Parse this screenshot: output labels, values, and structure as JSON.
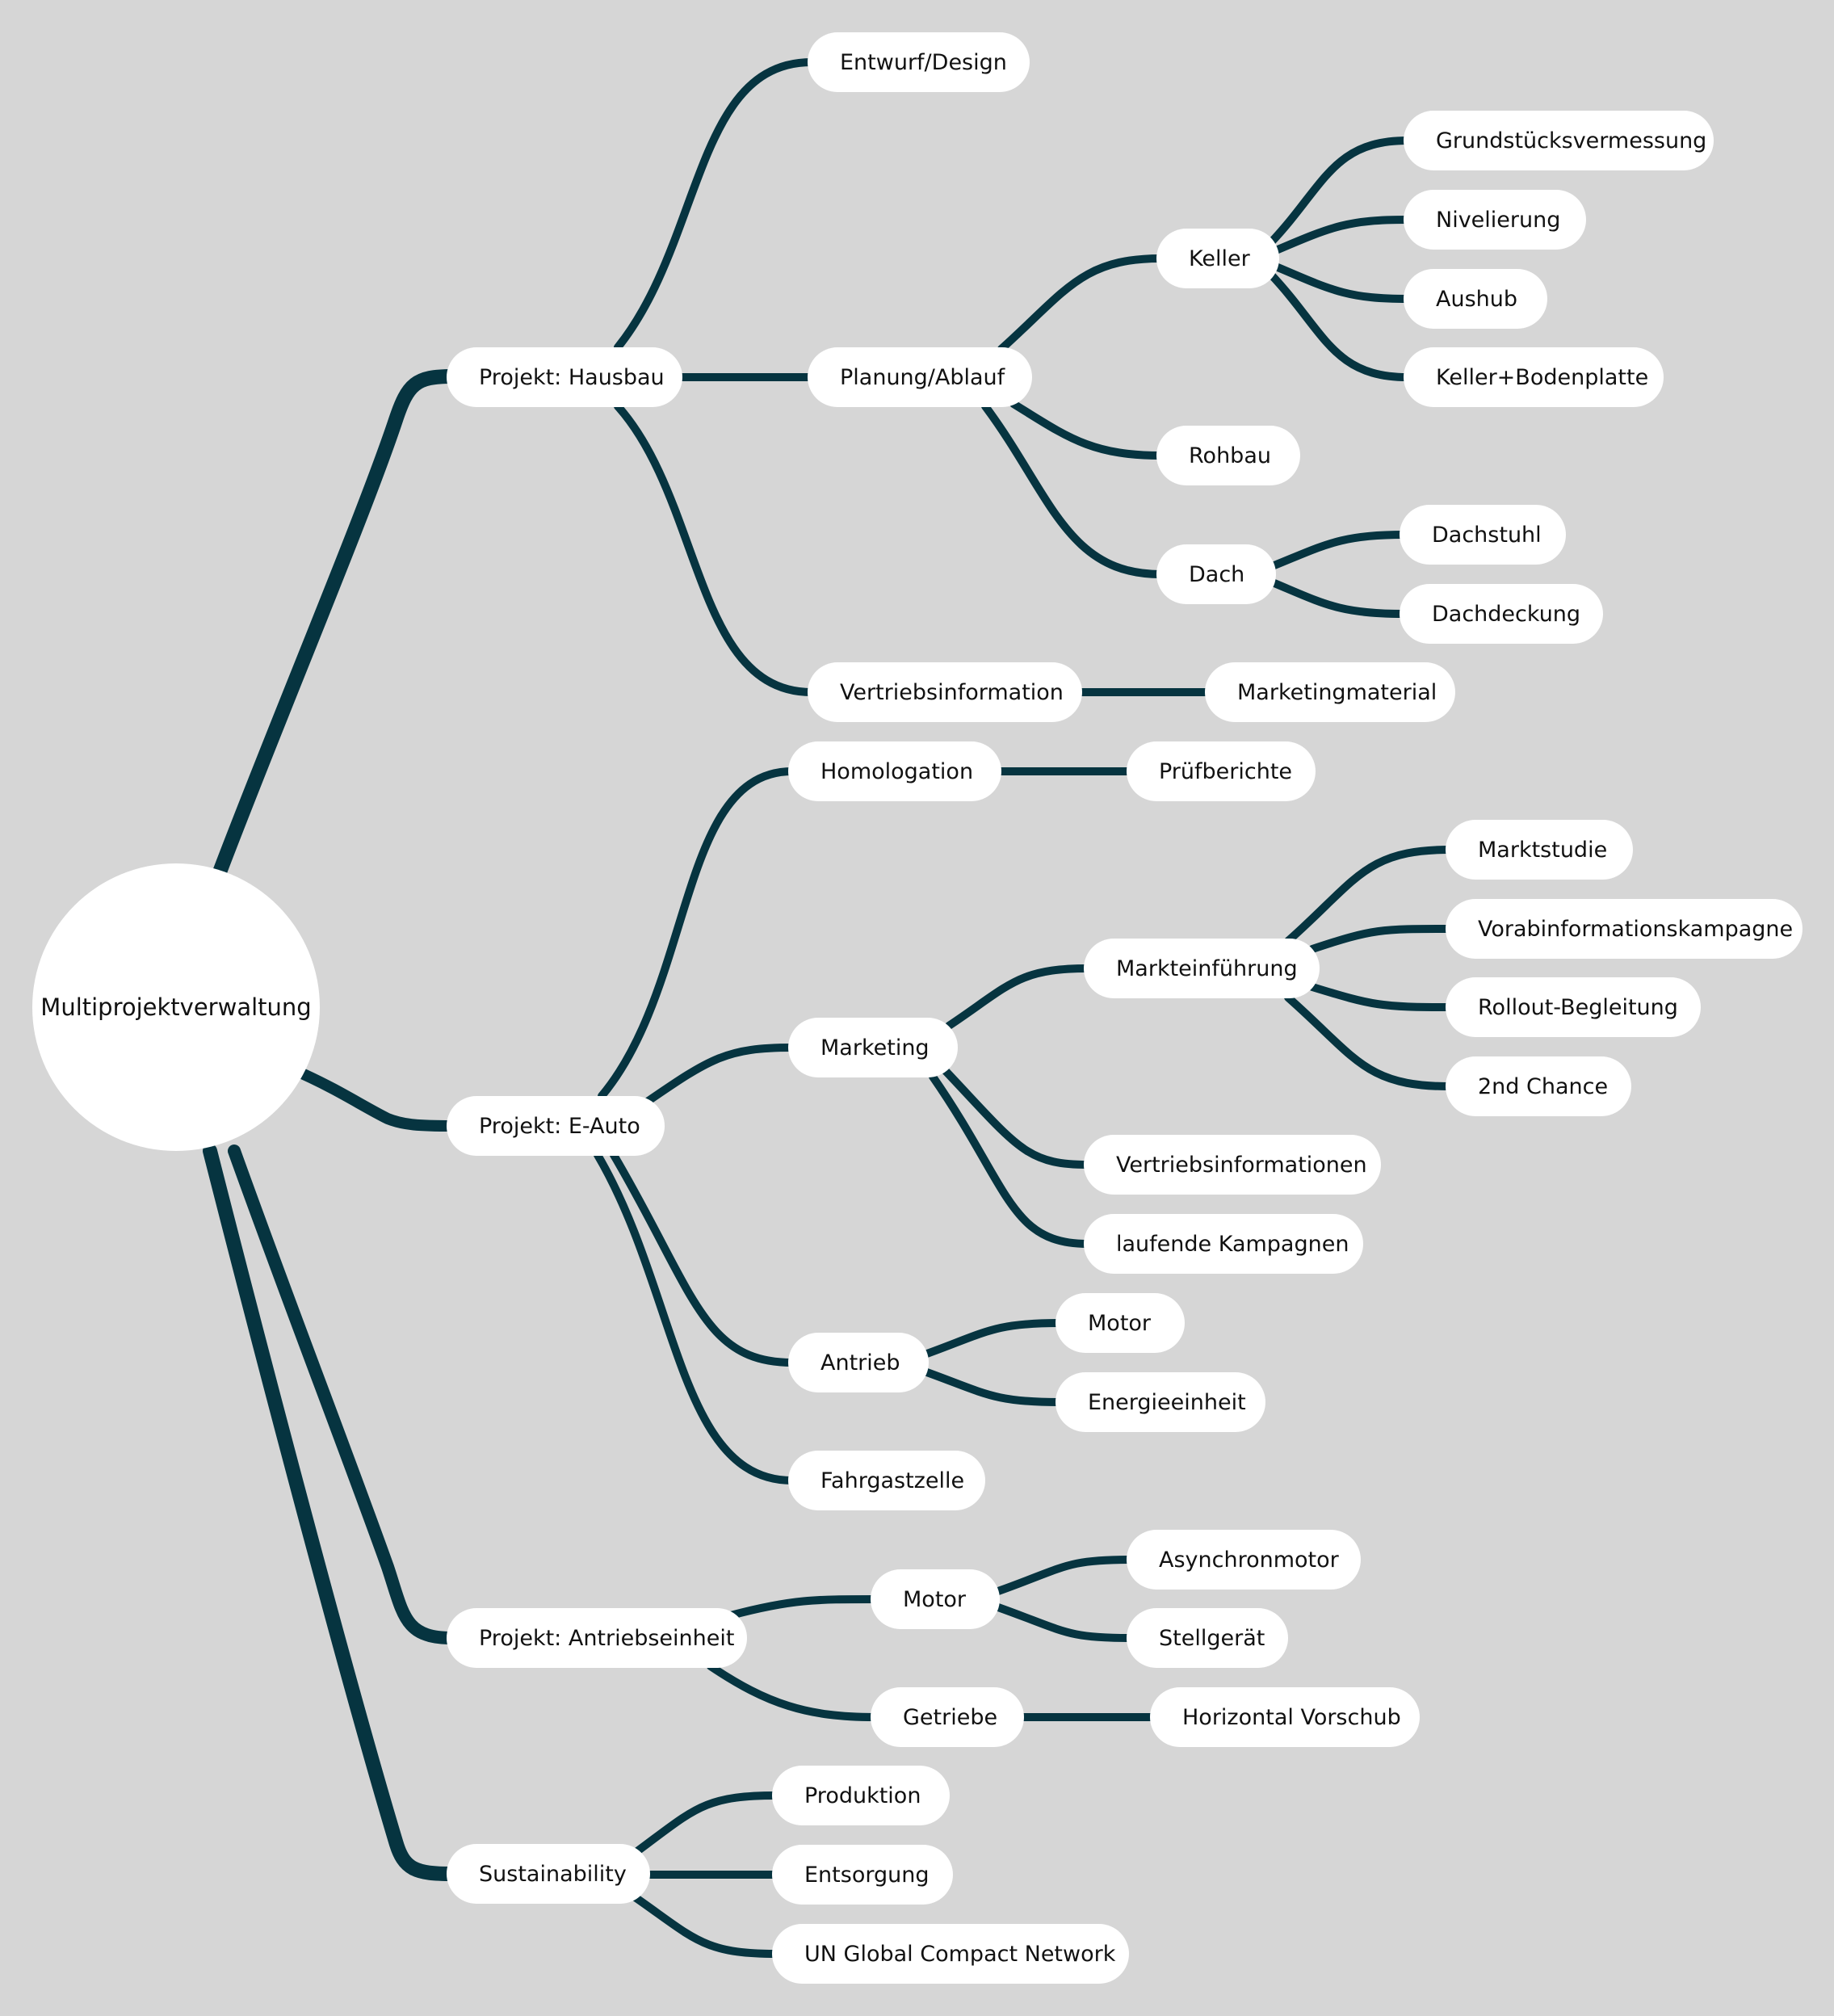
{
  "colors": {
    "background": "#d6d6d6",
    "node_fill": "#ffffff",
    "link": "#063440"
  },
  "root": {
    "label": "Multiprojektverwaltung"
  },
  "nodes": {
    "hausbau": "Projekt: Hausbau",
    "eauto": "Projekt: E-Auto",
    "antrieb": "Projekt: Antriebseinheit",
    "sustain": "Sustainability",
    "entwurf": "Entwurf/Design",
    "planung": "Planung/Ablauf",
    "vertrieb": "Vertriebsinformation",
    "keller": "Keller",
    "rohbau": "Rohbau",
    "dach": "Dach",
    "grund": "Grundstücksvermessung",
    "nivel": "Nivelierung",
    "aushub": "Aushub",
    "kellerbp": "Keller+Bodenplatte",
    "dachstuhl": "Dachstuhl",
    "dachdeck": "Dachdeckung",
    "marketingm": "Marketingmaterial",
    "homolog": "Homologation",
    "pruef": "Prüfberichte",
    "marketing": "Marketing",
    "markteinf": "Markteinführung",
    "marktstudie": "Marktstudie",
    "vorab": "Vorabinformationskampagne",
    "rollout": "Rollout-Begleitung",
    "second": "2nd Chance",
    "vertriebs2": "Vertriebsinformationen",
    "laufende": "laufende Kampagnen",
    "antriebE": "Antrieb",
    "motorE": "Motor",
    "energie": "Energieeinheit",
    "fahrgast": "Fahrgastzelle",
    "motorA": "Motor",
    "asynchron": "Asynchronmotor",
    "stellgeraet": "Stellgerät",
    "getriebe": "Getriebe",
    "horizontal": "Horizontal Vorschub",
    "produktion": "Produktion",
    "entsorgung": "Entsorgung",
    "unglobal": "UN Global Compact Network"
  }
}
